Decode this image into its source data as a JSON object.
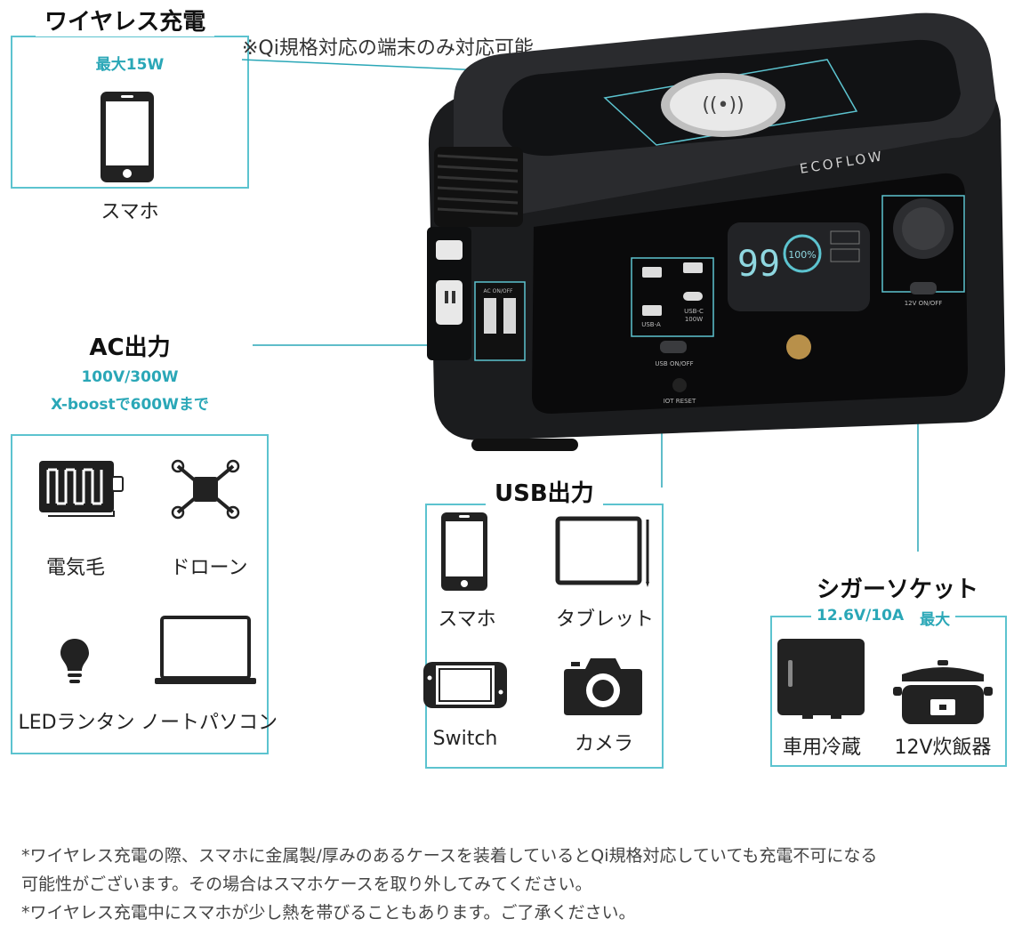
{
  "wireless": {
    "title": "ワイヤレス充電",
    "note": "※Qi規格対応の端末のみ対応可能",
    "max": "最大15W",
    "device": "スマホ"
  },
  "ac": {
    "title": "AC出力",
    "spec1": "100V/300W",
    "spec2": "X-boostで600Wまで",
    "items": [
      "電気毛",
      "ドローン",
      "LEDランタン",
      "ノートパソコン"
    ]
  },
  "usb": {
    "title": "USB出力",
    "items": [
      "スマホ",
      "タブレット",
      "Switch",
      "カメラ"
    ]
  },
  "cigar": {
    "title": "シガーソケット",
    "spec": "12.6V/10A",
    "max": "最大",
    "items": [
      "車用冷蔵",
      "12V炊飯器"
    ]
  },
  "product": {
    "brand": "ECOFLOW",
    "display_value": "99",
    "display_percent": "100%",
    "usb_a_label": "USB-A",
    "usb_c_label": "USB-C",
    "usb_c_power": "100W",
    "usb_button": "USB ON/OFF",
    "reset_label": "IOT RESET",
    "dc_button": "12V ON/OFF",
    "ac_button": "AC ON/OFF"
  },
  "footnotes": [
    "*ワイヤレス充電の際、スマホに金属製/厚みのあるケースを装着しているとQi規格対応していても充電不可になる",
    "可能性がございます。その場合はスマホケースを取り外してみてください。",
    "*ワイヤレス充電中にスマホが少し熱を帯びることもあります。ご了承ください。"
  ],
  "colors": {
    "accent": "#2aa7b7",
    "box_border": "#5cc3cf",
    "device_body": "#1b1c1e"
  }
}
